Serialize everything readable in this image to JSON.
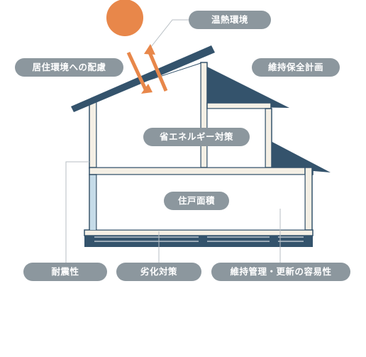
{
  "colors": {
    "roof": "#34536c",
    "wall": "#f4efe5",
    "outline": "#34536c",
    "sun": "#e8874a",
    "arrow": "#e8874a",
    "label_bg": "#8c979e",
    "leader": "#b7bec3",
    "insulation": "#c5dbe8"
  },
  "labels": {
    "thermal": "温熱環境",
    "living": "居住環境への配慮",
    "maintenance_plan": "維持保全計画",
    "energy": "省エネルギー対策",
    "floor_area": "住戸面積",
    "seismic": "耐震性",
    "deterioration": "劣化対策",
    "ease": "維持管理・更新の容易性"
  }
}
